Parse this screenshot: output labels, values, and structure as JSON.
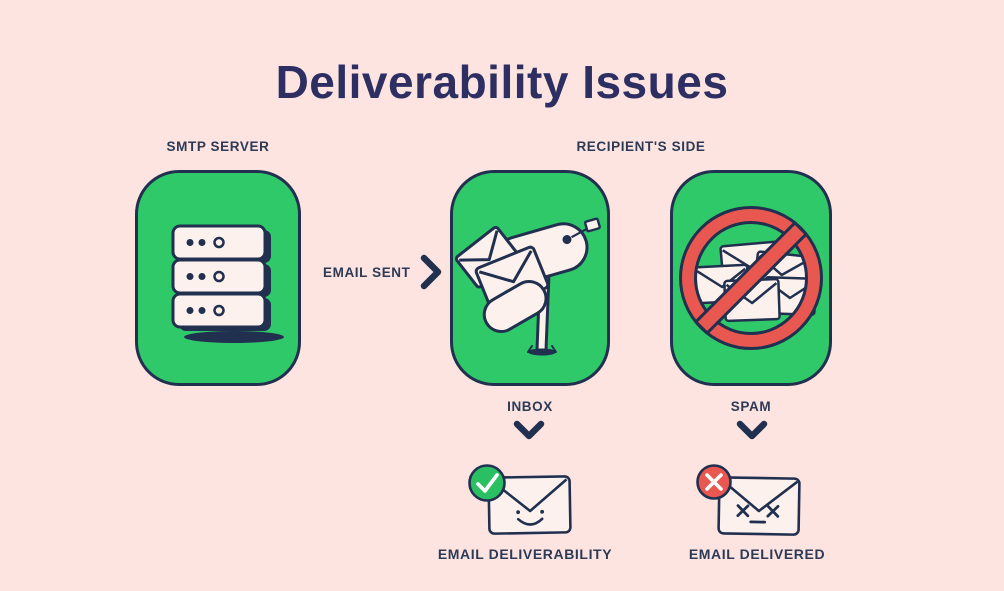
{
  "title": "Deliverability Issues",
  "labels": {
    "smtp_server": "SMTP SERVER",
    "recipients_side": "RECIPIENT'S SIDE",
    "email_sent": "EMAIL SENT",
    "inbox": "INBOX",
    "spam": "SPAM",
    "email_deliverability": "EMAIL DELIVERABILITY",
    "email_delivered": "EMAIL DELIVERED"
  },
  "icons": {
    "smtp_card": "server-stack-icon",
    "flow_arrow": "chevron-right-icon",
    "inbox_card": "mailbox-icon",
    "spam_card": "blocked-envelopes-icon",
    "inbox_pointer": "chevron-down-icon",
    "spam_pointer": "chevron-down-icon",
    "deliverability_result": "envelope-happy-check-icon",
    "delivered_result": "envelope-dead-error-icon"
  },
  "colors": {
    "background": "#fde4e1",
    "card_green": "#2fc96a",
    "outline_navy": "#223050",
    "title_indigo": "#2d2f63",
    "label_slate": "#2c3a55",
    "alert_red": "#e85750",
    "success_green": "#2bbf63",
    "envelope_fill": "#fdf1ed"
  }
}
